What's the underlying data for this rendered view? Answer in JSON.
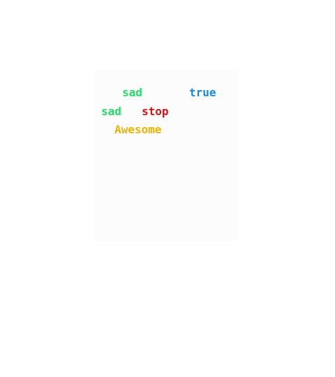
{
  "words": [
    {
      "text": "sad",
      "color": "#22dd66"
    },
    {
      "text": "true",
      "color": "#1a88e0"
    },
    {
      "text": "sad",
      "color": "#22dd66"
    },
    {
      "text": "stop",
      "color": "#dd1111"
    },
    {
      "text": "Awesome",
      "color": "#f0b400"
    }
  ]
}
